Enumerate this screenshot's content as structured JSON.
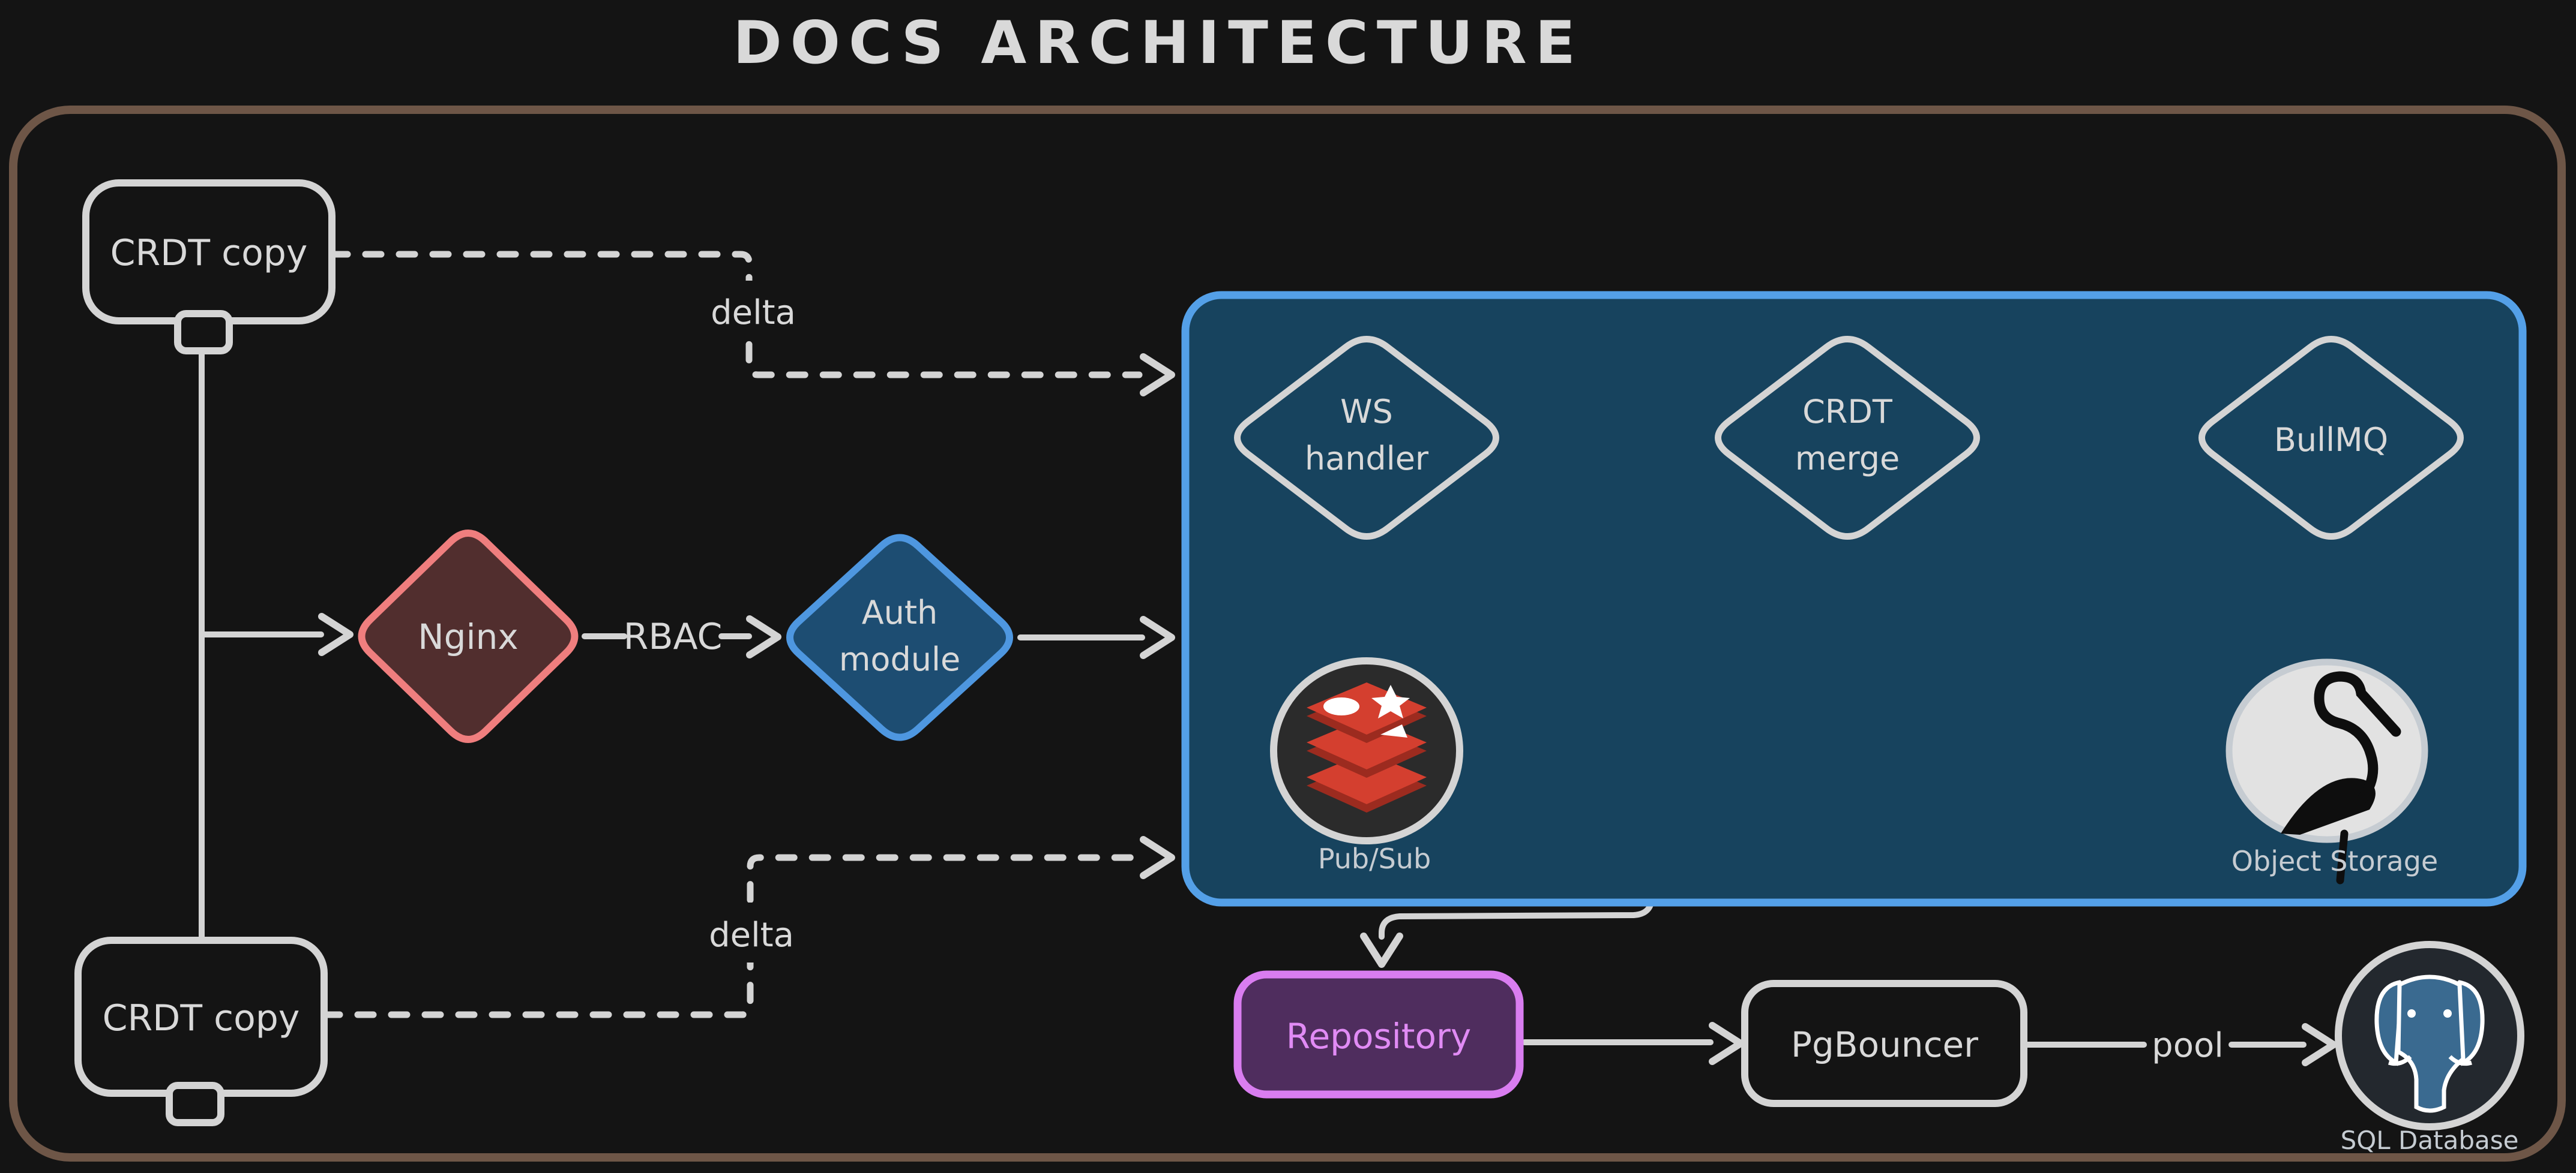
{
  "title": "DOCS ARCHITECTURE",
  "nodes": {
    "crdt_copy_top": {
      "label": "CRDT copy"
    },
    "crdt_copy_bottom": {
      "label": "CRDT copy"
    },
    "nginx": {
      "label": "Nginx"
    },
    "auth_module": {
      "label": "Auth module",
      "lines": [
        "Auth",
        "module"
      ]
    },
    "ws_handler": {
      "label": "WS handler",
      "lines": [
        "WS",
        "handler"
      ]
    },
    "crdt_merge": {
      "label": "CRDT merge",
      "lines": [
        "CRDT",
        "merge"
      ]
    },
    "bullmq": {
      "label": "BullMQ"
    },
    "redis_pubsub": {
      "label": "Pub/Sub",
      "icon": "redis-icon"
    },
    "object_storage": {
      "label": "Object Storage",
      "icon": "stork-icon"
    },
    "repository": {
      "label": "Repository"
    },
    "pgbouncer": {
      "label": "PgBouncer"
    },
    "sql_database": {
      "label": "SQL Database",
      "icon": "postgresql-elephant-icon"
    }
  },
  "edge_labels": {
    "delta_top": "delta",
    "delta_bottom": "delta",
    "rbac": "RBAC",
    "pool": "pool"
  },
  "colors": {
    "background": "#141414",
    "frame_border": "#6e5647",
    "connector": "#d4d4d4",
    "text_light": "#d9d9d9",
    "caption_light": "#c6ccd2",
    "container_fill": "#17435e",
    "container_border": "#54a0e8",
    "nginx_fill": "#512e2e",
    "nginx_border": "#ef7e7e",
    "auth_fill": "#1d4d72",
    "auth_border": "#4e97e0",
    "repository_fill": "#4f2d5e",
    "repository_border": "#d97df0",
    "repository_text": "#e18bf5",
    "redis_circle_fill": "#2b2b2b",
    "redis_red": "#d43f2f",
    "redis_red_dark": "#9c2b1f",
    "storage_circle_fill": "#e2e2e2",
    "postgres_circle_fill": "#23282e",
    "postgres_blue": "#3a6a90"
  }
}
